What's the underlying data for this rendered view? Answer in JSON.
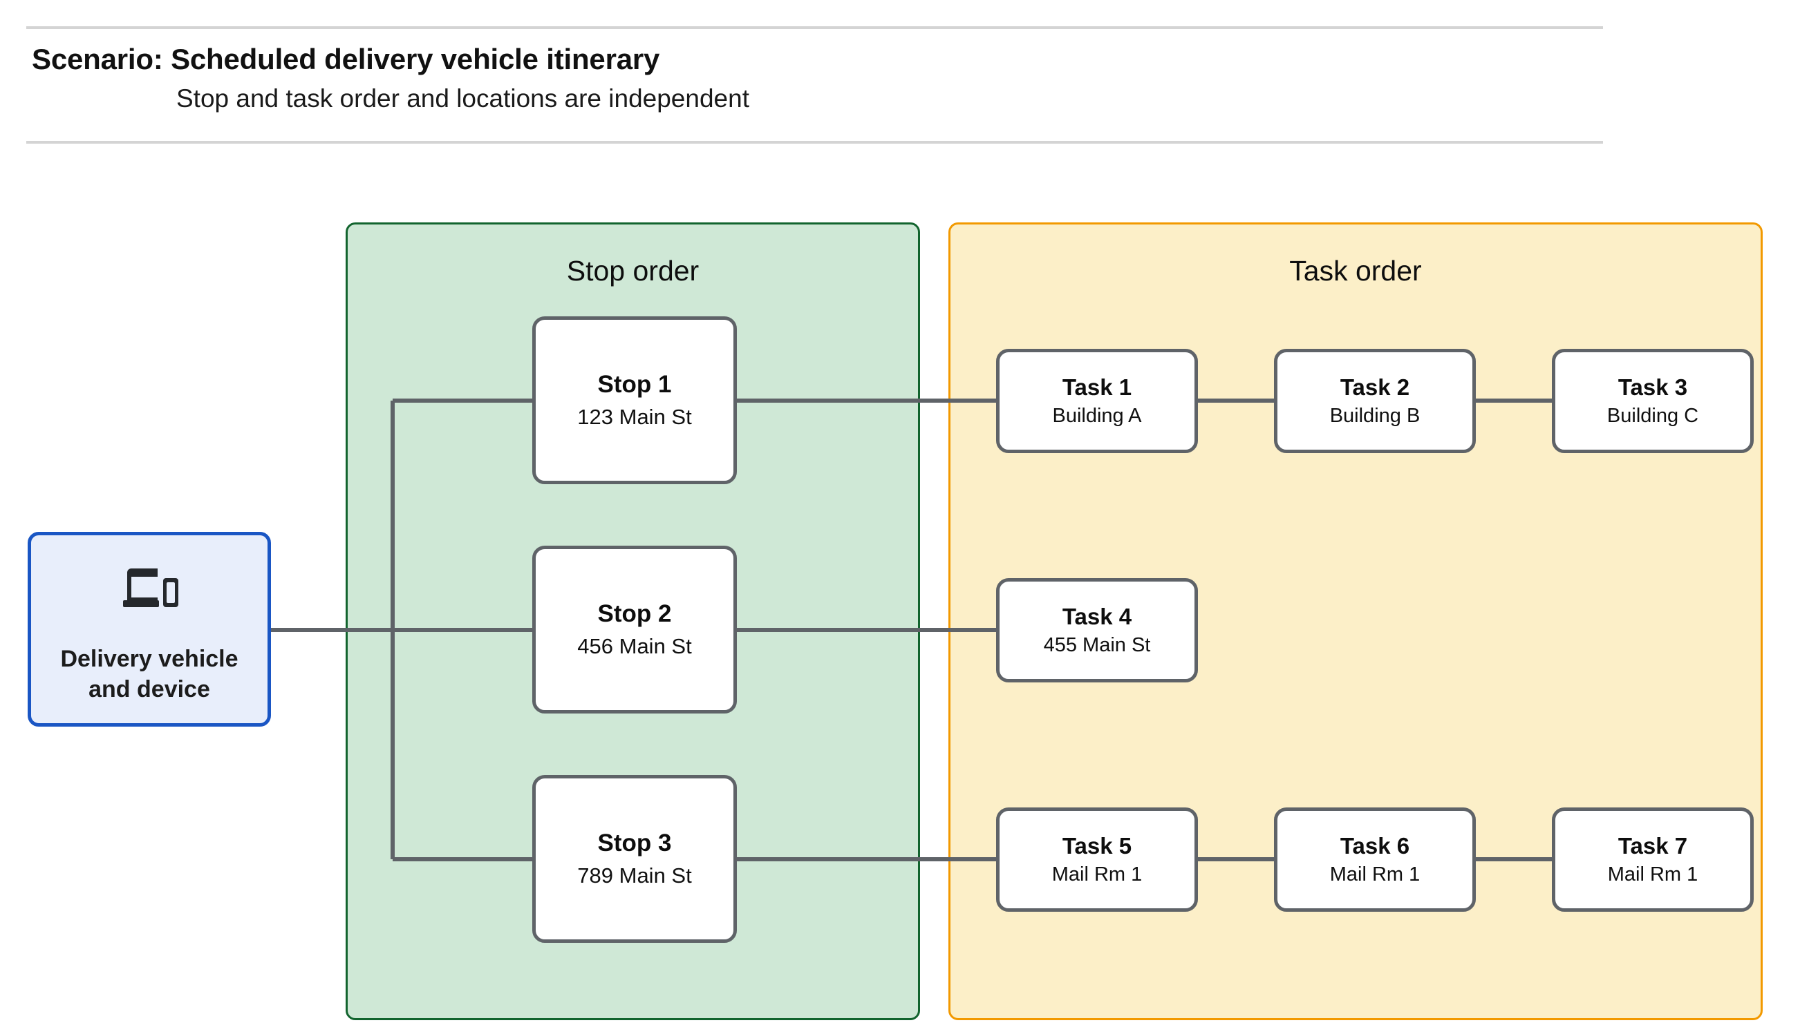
{
  "header": {
    "title": "Scenario: Scheduled delivery vehicle itinerary",
    "subtitle": "Stop and task order and locations are independent"
  },
  "vehicle": {
    "label_line1": "Delivery vehicle",
    "label_line2": "and device",
    "icon": "devices-laptop-phone-icon",
    "border_color": "#1a56c4",
    "fill_color": "#e8eefb"
  },
  "stop_panel": {
    "title": "Stop order",
    "fill_color": "#cfe8d6",
    "border_color": "#12642e",
    "stops": [
      {
        "title": "Stop 1",
        "address": "123 Main St"
      },
      {
        "title": "Stop 2",
        "address": "456 Main St"
      },
      {
        "title": "Stop 3",
        "address": "789 Main St"
      }
    ]
  },
  "task_panel": {
    "title": "Task order",
    "fill_color": "#fcefc8",
    "border_color": "#f29900",
    "rows": [
      {
        "tasks": [
          {
            "title": "Task 1",
            "location": "Building A"
          },
          {
            "title": "Task 2",
            "location": "Building B"
          },
          {
            "title": "Task 3",
            "location": "Building C"
          }
        ]
      },
      {
        "tasks": [
          {
            "title": "Task 4",
            "location": "455 Main St"
          }
        ]
      },
      {
        "tasks": [
          {
            "title": "Task 5",
            "location": "Mail Rm 1"
          },
          {
            "title": "Task 6",
            "location": "Mail Rm 1"
          },
          {
            "title": "Task 7",
            "location": "Mail Rm 1"
          }
        ]
      }
    ]
  },
  "connector_color": "#5f6368",
  "rule_color": "#d4d4d4"
}
